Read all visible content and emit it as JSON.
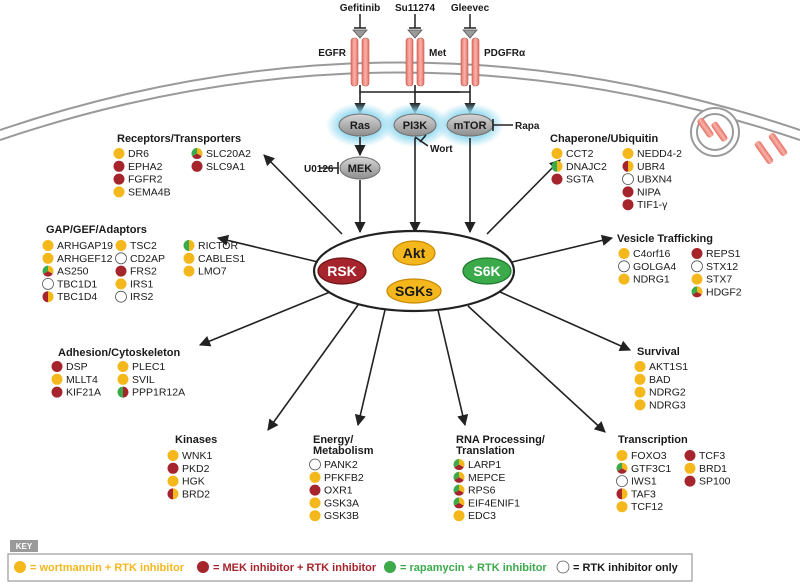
{
  "colors": {
    "wortmannin": "#f5b81c",
    "mek": "#a6242b",
    "rapamycin": "#3aaa4a",
    "rtk_only": "#ffffff",
    "receptor": "#f08c80",
    "node_bg": "#a9a9a9",
    "glow": "#8fd8f0"
  },
  "drugs": [
    "Gefitinib",
    "Su11274",
    "Gleevec"
  ],
  "receptors": [
    "EGFR",
    "Met",
    "PDGFRα"
  ],
  "nodes": {
    "ras": "Ras",
    "pi3k": "PI3K",
    "mtor": "mTOR",
    "mek": "MEK"
  },
  "inhibitors": {
    "rapa": "Rapa",
    "wort": "Wort",
    "u0126": "U0126"
  },
  "core": {
    "akt": "Akt",
    "rsk": "RSK",
    "s6k": "S6K",
    "sgks": "SGKs"
  },
  "groups": [
    {
      "title": "Receptors/Transporters",
      "genes": [
        [
          "DR6",
          "w"
        ],
        [
          "EPHA2",
          "m"
        ],
        [
          "FGFR2",
          "m"
        ],
        [
          "SEMA4B",
          "w"
        ],
        [
          "SLC20A2",
          "wmr"
        ],
        [
          "SLC9A1",
          "m"
        ]
      ]
    },
    {
      "title": "Chaperone/Ubiquitin",
      "genes": [
        [
          "CCT2",
          "w"
        ],
        [
          "DNAJC2",
          "wr"
        ],
        [
          "SGTA",
          "m"
        ],
        [
          "NEDD4-2",
          "w"
        ],
        [
          "UBR4",
          "wm"
        ],
        [
          "UBXN4",
          "o"
        ],
        [
          "NIPA",
          "m"
        ],
        [
          "TIF1-γ",
          "m"
        ]
      ]
    },
    {
      "title": "GAP/GEF/Adaptors",
      "genes": [
        [
          "ARHGAP19",
          "w"
        ],
        [
          "ARHGEF12",
          "w"
        ],
        [
          "AS250",
          "wmr"
        ],
        [
          "TBC1D1",
          "o"
        ],
        [
          "TBC1D4",
          "wm"
        ],
        [
          "TSC2",
          "w"
        ],
        [
          "CD2AP",
          "o"
        ],
        [
          "FRS2",
          "m"
        ],
        [
          "IRS1",
          "w"
        ],
        [
          "IRS2",
          "o"
        ],
        [
          "RICTOR",
          "wr"
        ],
        [
          "CABLES1",
          "w"
        ],
        [
          "LMO7",
          "w"
        ]
      ]
    },
    {
      "title": "Vesicle Trafficking",
      "genes": [
        [
          "C4orf16",
          "w"
        ],
        [
          "GOLGA4",
          "o"
        ],
        [
          "NDRG1",
          "w"
        ],
        [
          "REPS1",
          "m"
        ],
        [
          "STX12",
          "o"
        ],
        [
          "STX7",
          "w"
        ],
        [
          "HDGF2",
          "wmr"
        ]
      ]
    },
    {
      "title": "Adhesion/Cytoskeleton",
      "genes": [
        [
          "DSP",
          "m"
        ],
        [
          "MLLT4",
          "w"
        ],
        [
          "KIF21A",
          "m"
        ],
        [
          "PLEC1",
          "w"
        ],
        [
          "SVIL",
          "w"
        ],
        [
          "PPP1R12A",
          "mr"
        ]
      ]
    },
    {
      "title": "Survival",
      "genes": [
        [
          "AKT1S1",
          "w"
        ],
        [
          "BAD",
          "w"
        ],
        [
          "NDRG2",
          "w"
        ],
        [
          "NDRG3",
          "w"
        ]
      ]
    },
    {
      "title": "Kinases",
      "genes": [
        [
          "WNK1",
          "w"
        ],
        [
          "PKD2",
          "m"
        ],
        [
          "HGK",
          "w"
        ],
        [
          "BRD2",
          "wm"
        ]
      ]
    },
    {
      "title": "Energy/",
      "title2": "Metabolism",
      "genes": [
        [
          "PANK2",
          "o"
        ],
        [
          "PFKFB2",
          "w"
        ],
        [
          "OXR1",
          "m"
        ],
        [
          "GSK3A",
          "w"
        ],
        [
          "GSK3B",
          "w"
        ]
      ]
    },
    {
      "title": "RNA Processing/",
      "title2": "Translation",
      "genes": [
        [
          "LARP1",
          "wmr"
        ],
        [
          "MEPCE",
          "wmr"
        ],
        [
          "RPS6",
          "wmr"
        ],
        [
          "EIF4ENIF1",
          "wmr"
        ],
        [
          "EDC3",
          "w"
        ]
      ]
    },
    {
      "title": "Transcription",
      "genes": [
        [
          "FOXO3",
          "w"
        ],
        [
          "GTF3C1",
          "wmr"
        ],
        [
          "IWS1",
          "o"
        ],
        [
          "TAF3",
          "wm"
        ],
        [
          "TCF12",
          "w"
        ],
        [
          "TCF3",
          "m"
        ],
        [
          "BRD1",
          "w"
        ],
        [
          "SP100",
          "m"
        ]
      ]
    }
  ],
  "key": {
    "label": "KEY",
    "items": [
      {
        "code": "w",
        "text": "= wortmannin + RTK inhibitor",
        "color": "#f5b81c"
      },
      {
        "code": "m",
        "text": "= MEK inhibitor + RTK inhibitor",
        "color": "#a6242b"
      },
      {
        "code": "r",
        "text": "= rapamycin + RTK inhibitor",
        "color": "#3aaa4a"
      },
      {
        "code": "o",
        "text": "= RTK inhibitor only",
        "color": "#1a1a1a"
      }
    ]
  }
}
